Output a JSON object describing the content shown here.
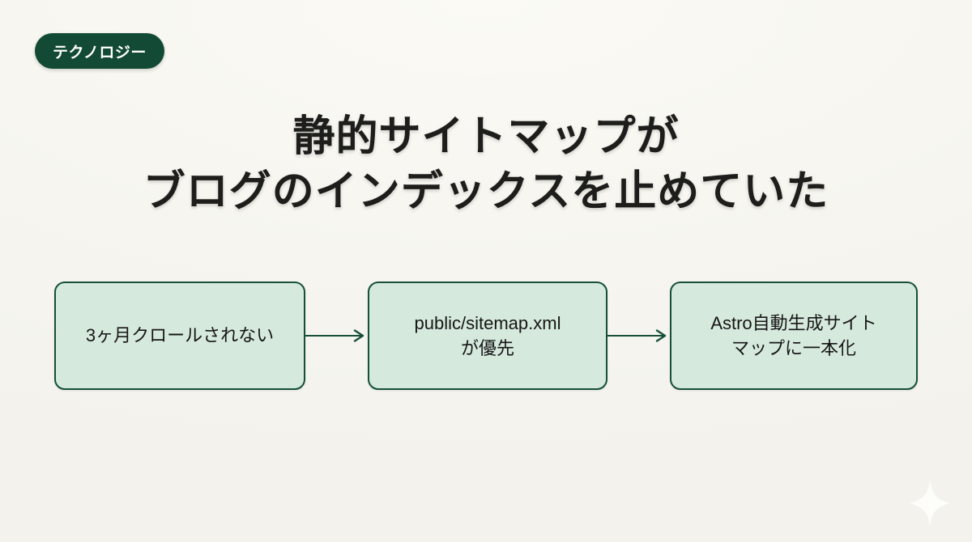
{
  "slide": {
    "background_color": "#f7f6f1",
    "badge": {
      "label": "テクノロジー",
      "background_color": "#134a35",
      "text_color": "#ffffff"
    },
    "title": {
      "line1": "静的サイトマップが",
      "line2": "ブログのインデックスを止めていた",
      "text_color": "#1d1d1b"
    },
    "decoration": {
      "sparkle_icon": "sparkle-icon"
    }
  },
  "diagram": {
    "type": "flowchart",
    "direction": "left-to-right",
    "node_fill_color": "#d6e9dd",
    "node_border_color": "#16503a",
    "connector_color": "#16503a",
    "nodes": [
      {
        "id": "node-1",
        "lines": [
          "3ヶ月クロールされない"
        ]
      },
      {
        "id": "node-2",
        "lines": [
          "public/sitemap.xml",
          "が優先"
        ]
      },
      {
        "id": "node-3",
        "lines": [
          "Astro自動生成サイト",
          "マップに一本化"
        ]
      }
    ],
    "connectors": [
      {
        "id": "arrow-1",
        "from": "node-1",
        "to": "node-2",
        "icon": "arrow-right-icon"
      },
      {
        "id": "arrow-2",
        "from": "node-2",
        "to": "node-3",
        "icon": "arrow-right-icon"
      }
    ]
  }
}
